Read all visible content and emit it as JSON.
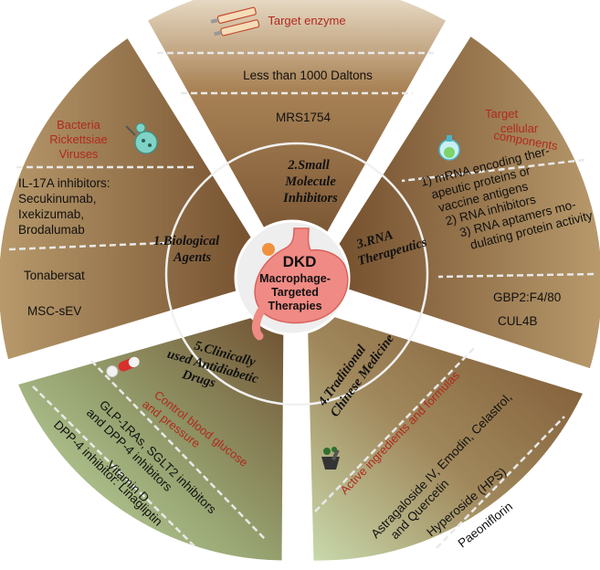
{
  "center": {
    "title": "DKD",
    "line1": "Macrophage-",
    "line2": "Targeted",
    "line3": "Therapies"
  },
  "sectors": {
    "small_molecule": {
      "category": [
        "2.Small",
        "Molecule",
        "Inhibitors"
      ],
      "header": "Target enzyme",
      "items": [
        "Less than 1000 Daltons",
        "MRS1754"
      ]
    },
    "rna": {
      "category": [
        "3.RNA",
        "Therapeutics"
      ],
      "header": [
        "Target",
        "cellular",
        "components"
      ],
      "items": [
        "1) mRNA encoding ther-",
        "apeutic proteins or",
        "vaccine antigens",
        "2) RNA inhibitors",
        "3) RNA aptamers mo-",
        "dulating protein activity"
      ],
      "targets": [
        "GBP2:F4/80",
        "CUL4B"
      ]
    },
    "tcm": {
      "category": [
        "4.Traditional",
        "Chinese Medicine"
      ],
      "header": "Active ingredients and formulas",
      "items": [
        "Astragaloside IV, Emodin, Celastrol,",
        "and Quercetin",
        "Hyperoside (HPS)",
        "Paeoniflorin"
      ]
    },
    "antidiabetic": {
      "category": [
        "5.Clinically",
        "used Antidiabetic",
        "Drugs"
      ],
      "header": [
        "Control blood glucose",
        "and pressure"
      ],
      "items": [
        "GLP-1RAs, SGLT2 inhibitors",
        "and DPP-4 inhibitors",
        "DPP-4 inhibitor: Linagliptin",
        "Vitamin D"
      ]
    },
    "biological": {
      "category": [
        "1.Biological",
        "Agents"
      ],
      "header": [
        "Bacteria",
        "Rickettsiae",
        "Viruses"
      ],
      "items": [
        "IL-17A inhibitors:",
        "Secukinumab,",
        "Ixekizumab,",
        "Brodalumab",
        "Tonabersat",
        "MSC-sEV"
      ]
    }
  },
  "colors": {
    "brown_dark": "#6e4a2a",
    "brown_light": "#b08e63",
    "green_light": "#b3d09a",
    "header_red": "#b02a1e",
    "stomach": "#f08a84"
  }
}
